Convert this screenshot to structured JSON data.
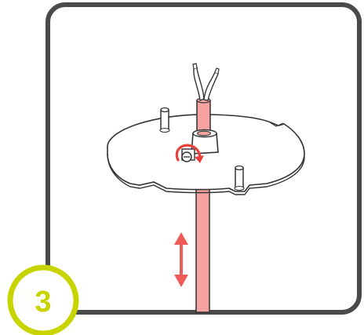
{
  "step": {
    "number": "3",
    "badge_color": "#c8d400",
    "badge_fill": "#ffffff"
  },
  "frame": {
    "border_color": "#4a4a4a",
    "background": "#ffffff"
  },
  "cable": {
    "color": "#f4a3a0",
    "outline": "#333333",
    "wire_color": "#ffffff"
  },
  "instructions": {
    "rotation_arrow_color": "#e8413c",
    "slide_arrow_color": "#ef5b56",
    "rotation_icon": "rotate-clockwise",
    "slide_icon": "vertical-double-arrow"
  }
}
